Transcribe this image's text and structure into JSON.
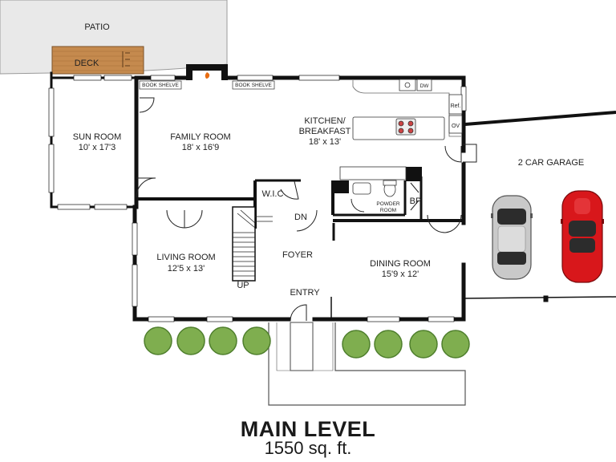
{
  "title": "MAIN LEVEL",
  "area": "1550 sq. ft.",
  "colors": {
    "wall": "#111111",
    "patio": "#e9e9e9",
    "deck": "#c58a4e",
    "shrub": "#7fae4f",
    "shrub_edge": "#4f7f2d",
    "car_silver": "#c9c9c9",
    "car_red": "#d8171b"
  },
  "outdoor": {
    "patio": "PATIO",
    "deck": "DECK",
    "garage": "2 CAR GARAGE",
    "entry": "ENTRY"
  },
  "rooms": {
    "sun_room": {
      "name": "SUN ROOM",
      "dims": "10' x 17'3"
    },
    "family_room": {
      "name": "FAMILY ROOM",
      "dims": "18' x 16'9"
    },
    "kitchen": {
      "name_line1": "KITCHEN/",
      "name_line2": "BREAKFAST",
      "dims": "18' x 13'"
    },
    "living_room": {
      "name": "LIVING ROOM",
      "dims": "12'5 x 13'"
    },
    "dining_room": {
      "name": "DINING ROOM",
      "dims": "15'9 x 12'"
    },
    "foyer": {
      "name": "FOYER"
    },
    "wic": {
      "name": "W.I.C"
    },
    "powder_room": {
      "name_line1": "POWDER",
      "name_line2": "ROOM"
    },
    "bp": {
      "name": "BP"
    }
  },
  "fixtures": {
    "book_shelve_left": "BOOK SHELVE",
    "book_shelve_right": "BOOK SHELVE",
    "dw": "DW",
    "ref": "Ref.",
    "ov": "OV",
    "stairs_down": "DN",
    "stairs_up": "UP"
  }
}
